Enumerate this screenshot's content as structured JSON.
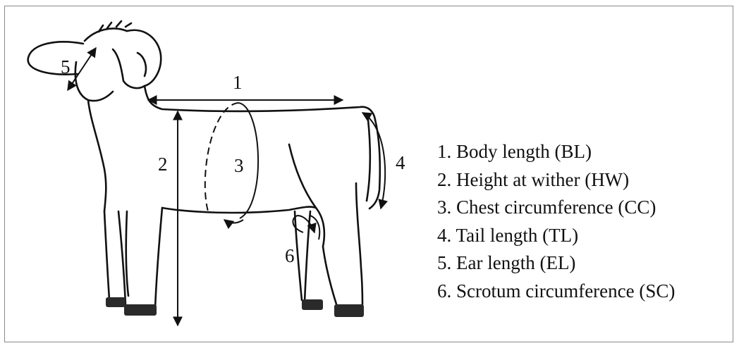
{
  "diagram": {
    "markers": {
      "m1": "1",
      "m2": "2",
      "m3": "3",
      "m4": "4",
      "m5": "5",
      "m6": "6"
    },
    "legend": [
      "1. Body length (BL)",
      "2. Height at wither (HW)",
      "3. Chest circumference (CC)",
      "4. Tail length (TL)",
      "5. Ear length (EL)",
      "6. Scrotum circumference (SC)"
    ],
    "colors": {
      "line": "#111111",
      "hoof": "#2a2a2a",
      "border": "#8a8a8a"
    },
    "icons": [
      "sheep-outline-illustration",
      "double-arrow",
      "curved-arrow"
    ]
  }
}
